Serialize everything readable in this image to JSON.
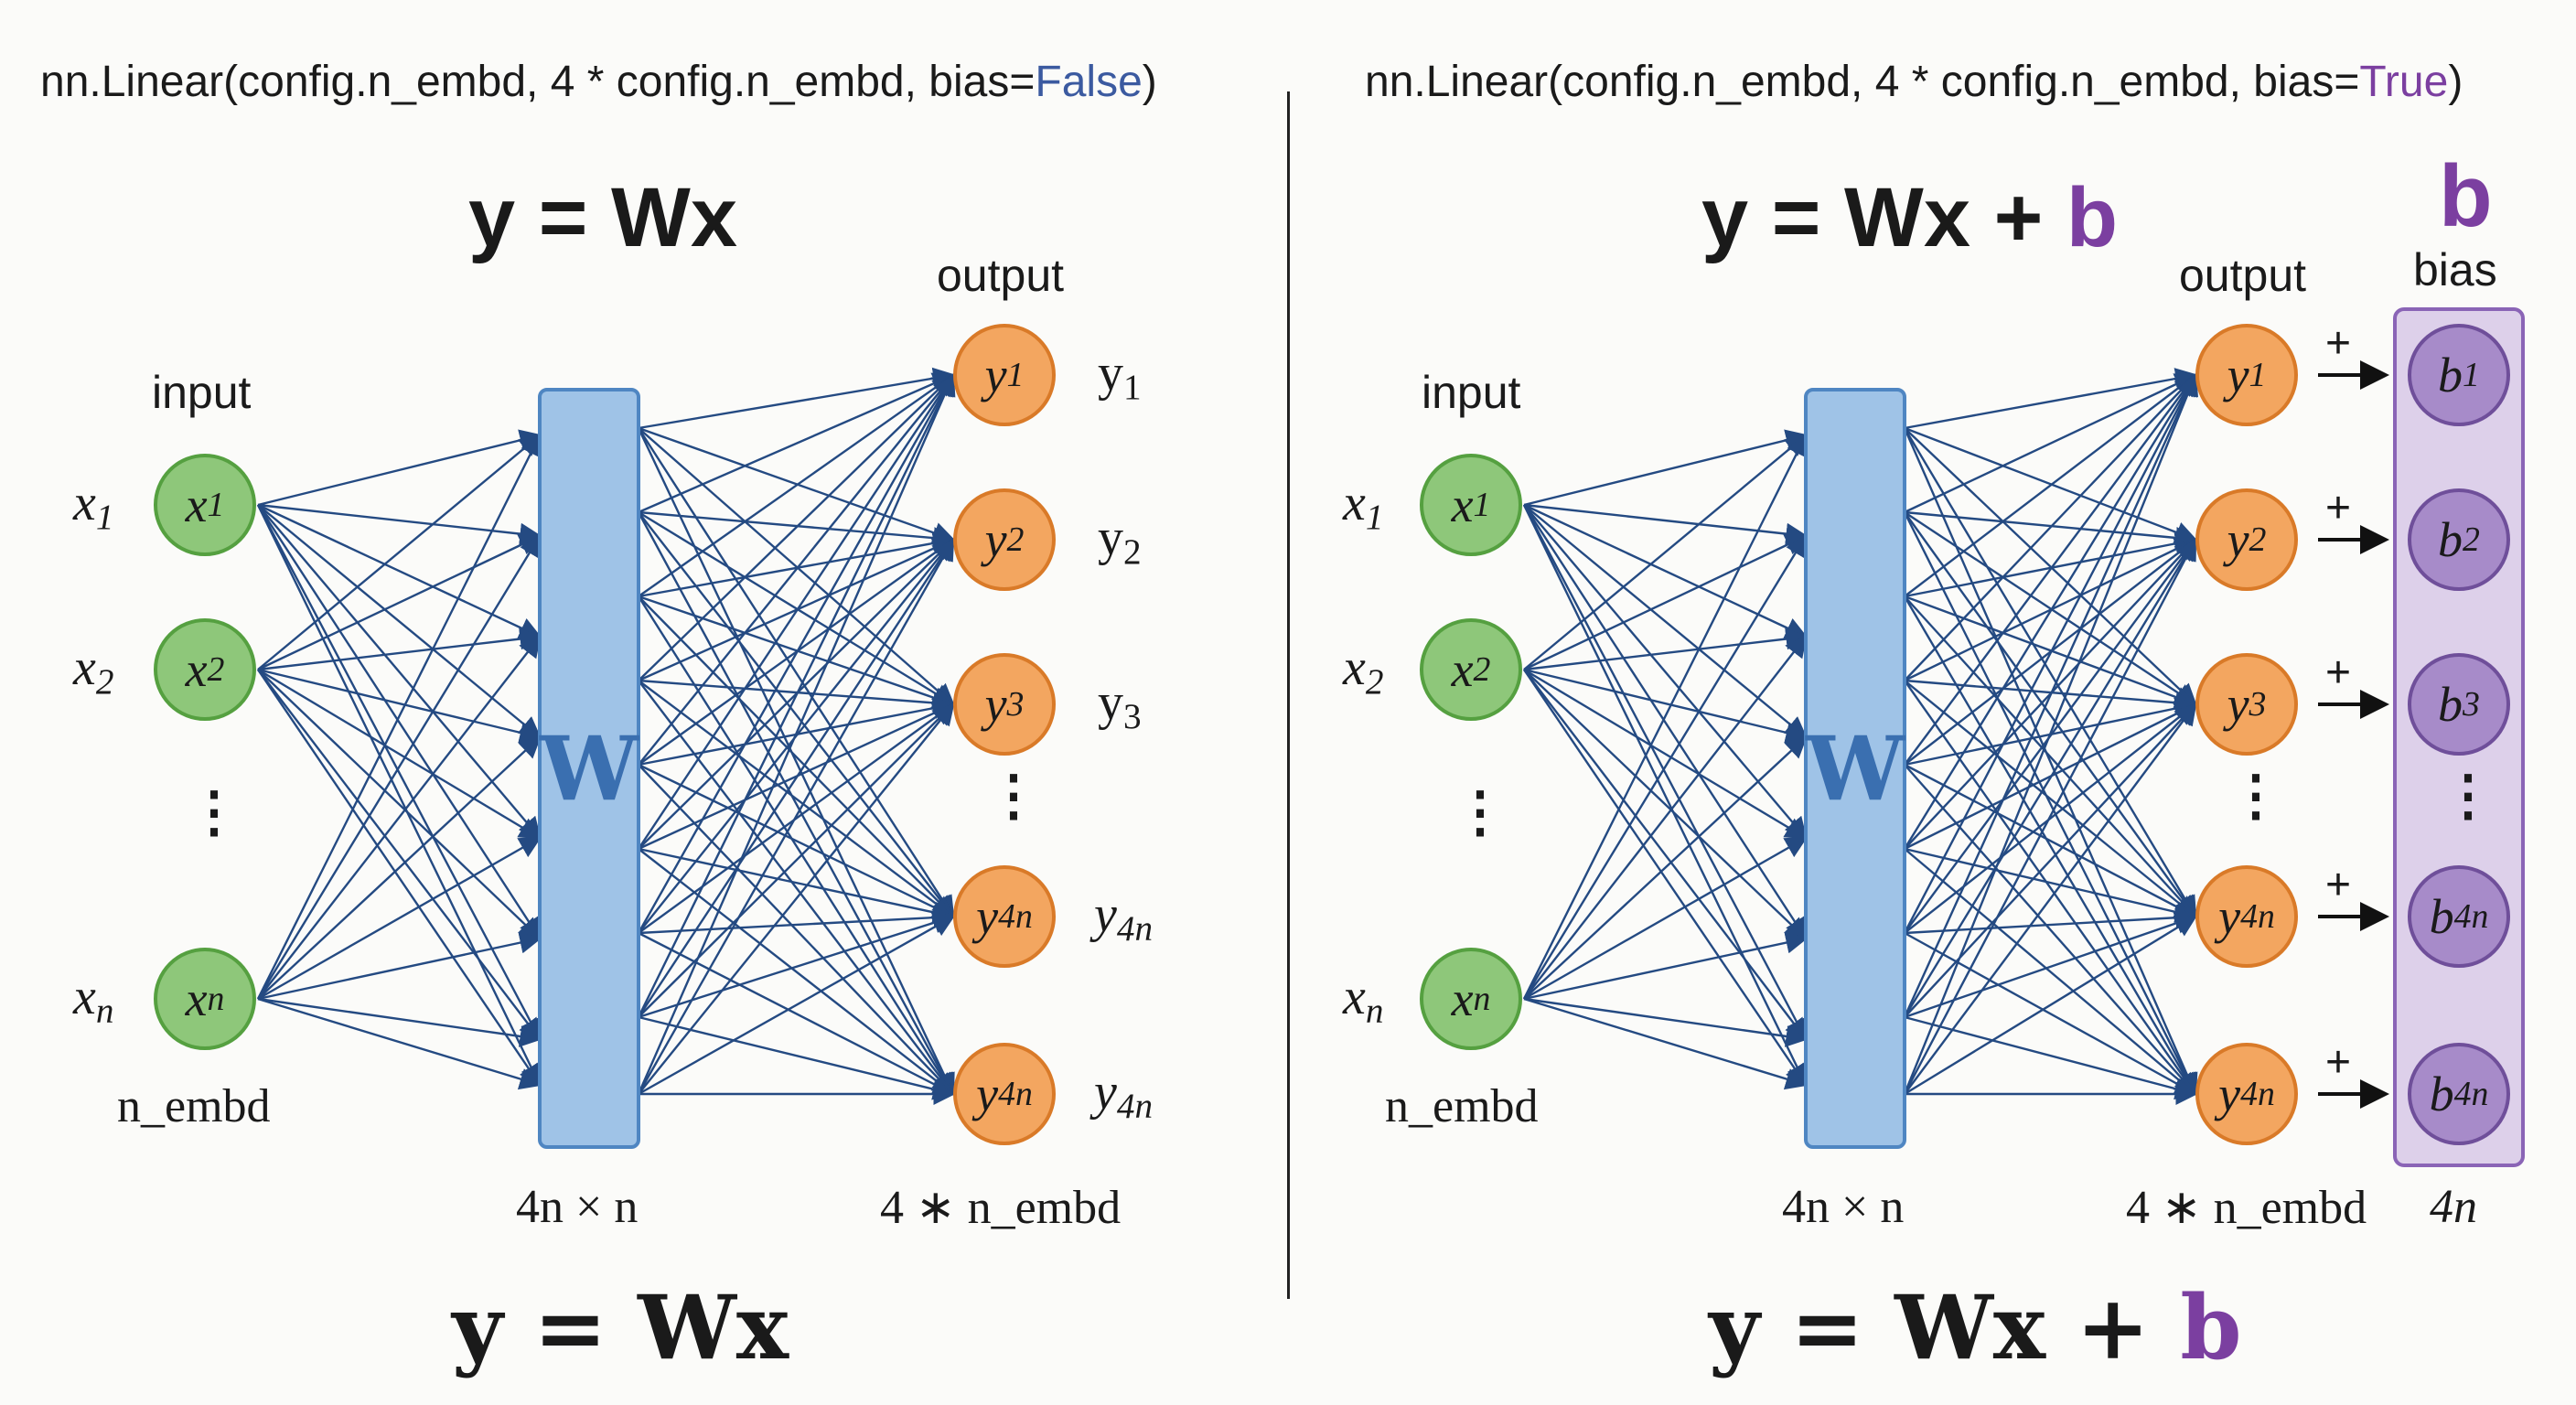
{
  "colors": {
    "input_fill": "#8ec77a",
    "output_fill": "#f3a660",
    "weight_fill": "#9fc3e7",
    "bias_fill": "#a78bc9",
    "line": "#244a82",
    "false_color": "#3b5aa0",
    "true_color": "#7b3fa0"
  },
  "left": {
    "code_prefix": "nn.Linear(config.n_embd, 4 * config.n_embd, bias=",
    "code_value": "False",
    "code_suffix": ")",
    "equation_top": "y = Wx",
    "equation_bottom": "y = Wx",
    "input_label": "input",
    "output_label": "output",
    "input_dim": "n_embd",
    "weight_label": "W",
    "weight_dim": "4n × n",
    "output_dim": "4 ∗ n_embd"
  },
  "right": {
    "code_prefix": "nn.Linear(config.n_embd, 4 * config.n_embd, bias=",
    "code_value": "True",
    "code_suffix": ")",
    "equation_top_main": "y = Wx + ",
    "equation_top_b": "b",
    "equation_bottom_main": "y = Wx + ",
    "equation_bottom_b": "b",
    "input_label": "input",
    "output_label": "output",
    "input_dim": "n_embd",
    "weight_label": "W",
    "weight_dim": "4n × n",
    "output_dim": "4 ∗ n_embd",
    "bias_symbol": "b",
    "bias_label": "bias",
    "bias_dim": "4n",
    "plus": "+"
  },
  "inputs": [
    {
      "base": "x",
      "sub": "1"
    },
    {
      "base": "x",
      "sub": "2"
    },
    {
      "base": "x",
      "sub": "n"
    }
  ],
  "outputs": [
    {
      "base": "y",
      "sub": "1"
    },
    {
      "base": "y",
      "sub": "2"
    },
    {
      "base": "y",
      "sub": "3"
    },
    {
      "base": "y",
      "sub": "4n"
    },
    {
      "base": "y",
      "sub": "4n"
    }
  ],
  "biases": [
    {
      "base": "b",
      "sub": "1"
    },
    {
      "base": "b",
      "sub": "2"
    },
    {
      "base": "b",
      "sub": "3"
    },
    {
      "base": "b",
      "sub": "4n"
    },
    {
      "base": "b",
      "sub": "4n"
    }
  ],
  "vdots": "⋮"
}
